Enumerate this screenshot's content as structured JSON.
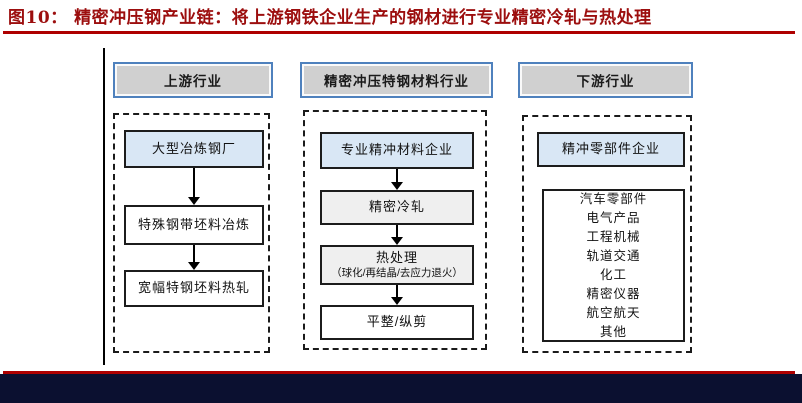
{
  "title": "图10：  精密冲压钢产业链：将上游钢铁企业生产的钢材进行专业精密冷轧与热处理",
  "columns": {
    "upstream": {
      "header": "上游行业",
      "boxes": [
        "大型冶炼钢厂",
        "特殊钢带坯料冶炼",
        "宽幅特钢坯料热轧"
      ]
    },
    "midstream": {
      "header": "精密冲压特钢材料行业",
      "box1": "专业精冲材料企业",
      "box2": "精密冷轧",
      "box3_line1": "热处理",
      "box3_line2": "（球化/再结晶/去应力退火）",
      "box4": "平整/纵剪"
    },
    "downstream": {
      "header": "下游行业",
      "company_box": "精冲零部件企业",
      "applications": [
        "汽车零部件",
        "电气产品",
        "工程机械",
        "轨道交通",
        "化工",
        "精密仪器",
        "航空航天",
        "其他"
      ]
    }
  },
  "colors": {
    "title_red": "#9C0E0E",
    "rule_red": "#AE0000",
    "header_fill": "#D0D0D0",
    "header_border": "#4F81BD",
    "box_blue_fill": "#D9E7F5",
    "box_gray_fill": "#EFEFEF",
    "box_border": "#1C1C1C",
    "bottom_bar_navy": "#0B1030"
  }
}
